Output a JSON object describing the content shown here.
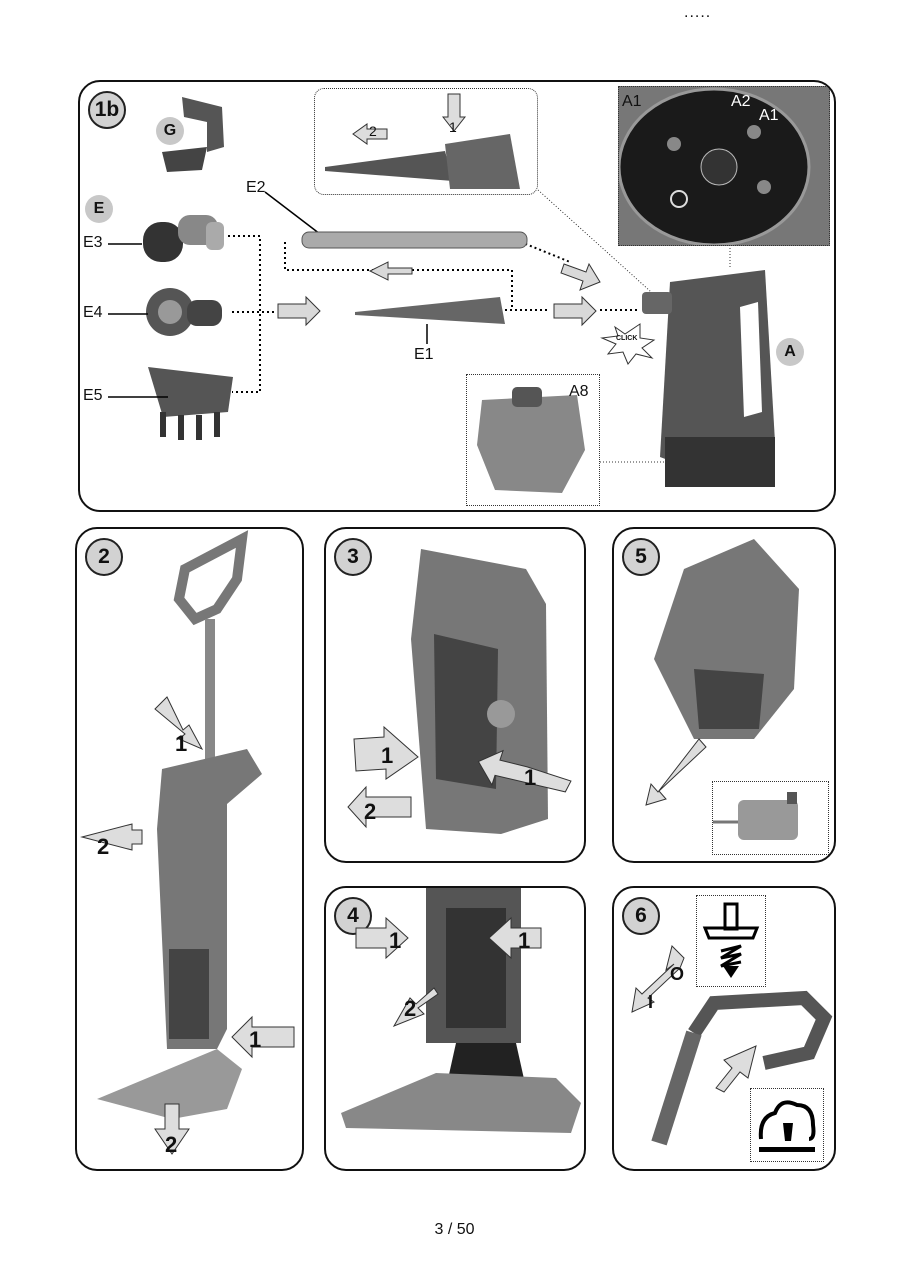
{
  "header_dots": ".....",
  "page_number": "3  / 50",
  "panels": {
    "p1b": {
      "id": "1b",
      "labels": {
        "g": "G",
        "e": "E",
        "e2": "E2",
        "e3": "E3",
        "e4": "E4",
        "e5": "E5",
        "e1": "E1",
        "a1": "A1",
        "a2": "A2",
        "a1b": "A1",
        "a8": "A8",
        "a": "A",
        "click": "CLICK",
        "arrow1": "1",
        "arrow2": "2"
      }
    },
    "p2": {
      "id": "2",
      "steps": [
        "1",
        "2",
        "1",
        "2"
      ]
    },
    "p3": {
      "id": "3",
      "steps": [
        "1",
        "1",
        "2"
      ]
    },
    "p5": {
      "id": "5"
    },
    "p4": {
      "id": "4",
      "steps": [
        "1",
        "1",
        "2"
      ]
    },
    "p6": {
      "id": "6",
      "steps": [
        "O",
        "I"
      ]
    }
  }
}
